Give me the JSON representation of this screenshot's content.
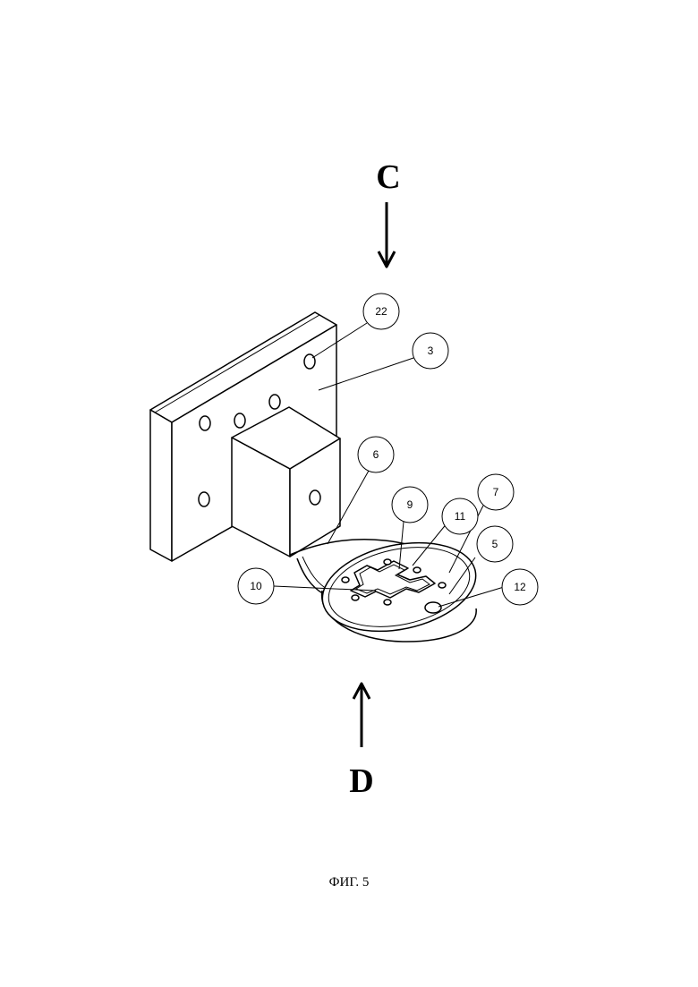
{
  "view_labels": {
    "top": "C",
    "bottom": "D"
  },
  "callouts": {
    "c22": "22",
    "c3": "3",
    "c6": "6",
    "c7": "7",
    "c9": "9",
    "c11": "11",
    "c5": "5",
    "c10": "10",
    "c12": "12"
  },
  "caption": "ФИГ. 5"
}
